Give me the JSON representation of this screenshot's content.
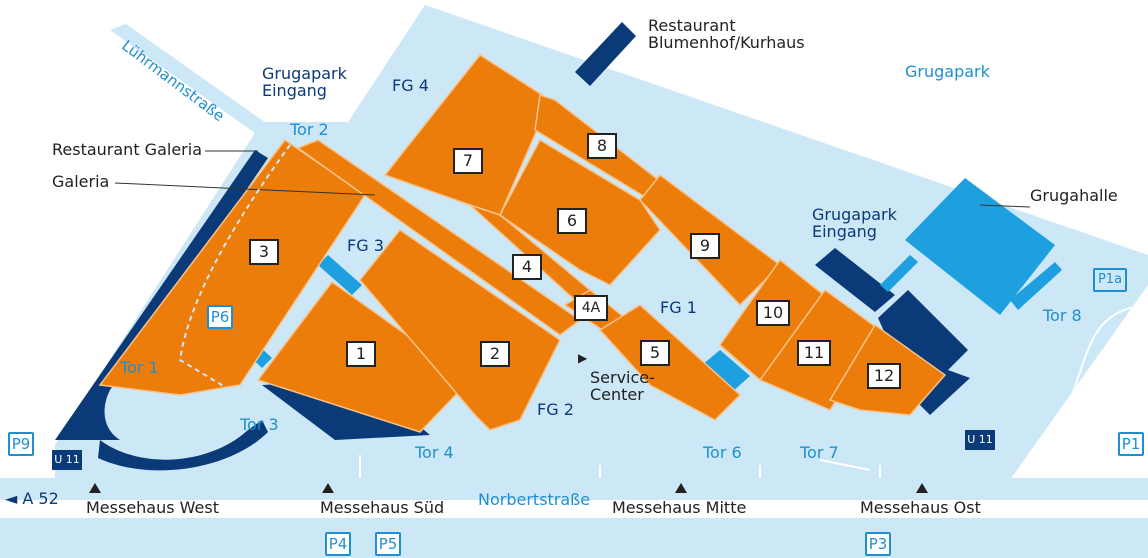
{
  "colors": {
    "hall": "#ec7d0a",
    "ground": "#cce7f6",
    "dark_blue": "#0a3a78",
    "cyan": "#1ea0e0",
    "text_dark": "#222222",
    "text_blue": "#0a3a78",
    "text_cyan": "#1f8fd0"
  },
  "labels": {
    "restaurant_blumenhof": "Restaurant\nBlumenhof/Kurhaus",
    "grugapark": "Grugapark",
    "grugapark_eingang_left": "Grugapark\nEingang",
    "grugapark_eingang_right": "Grugapark\nEingang",
    "luehrmannstrasse": "Lührmannstraße",
    "restaurant_galeria": "Restaurant Galeria",
    "galeria": "Galeria",
    "grugahalle": "Grugahalle",
    "service_center": "Service-\nCenter",
    "norbertstrasse": "Norbertstraße",
    "a52": "◄ A 52"
  },
  "gates": [
    "Tor 1",
    "Tor 2",
    "Tor 3",
    "Tor 4",
    "Tor 6",
    "Tor 7",
    "Tor 8"
  ],
  "foyers": [
    "FG 1",
    "FG 2",
    "FG 3",
    "FG 4"
  ],
  "halls": [
    "1",
    "2",
    "3",
    "4",
    "4A",
    "5",
    "6",
    "7",
    "8",
    "9",
    "10",
    "11",
    "12"
  ],
  "parking": [
    "P1a",
    "P1",
    "P3",
    "P4",
    "P5",
    "P6",
    "P9"
  ],
  "ubahn": [
    "U 11",
    "U 11"
  ],
  "messehaus": [
    "Messehaus West",
    "Messehaus Süd",
    "Messehaus Mitte",
    "Messehaus Ost"
  ]
}
